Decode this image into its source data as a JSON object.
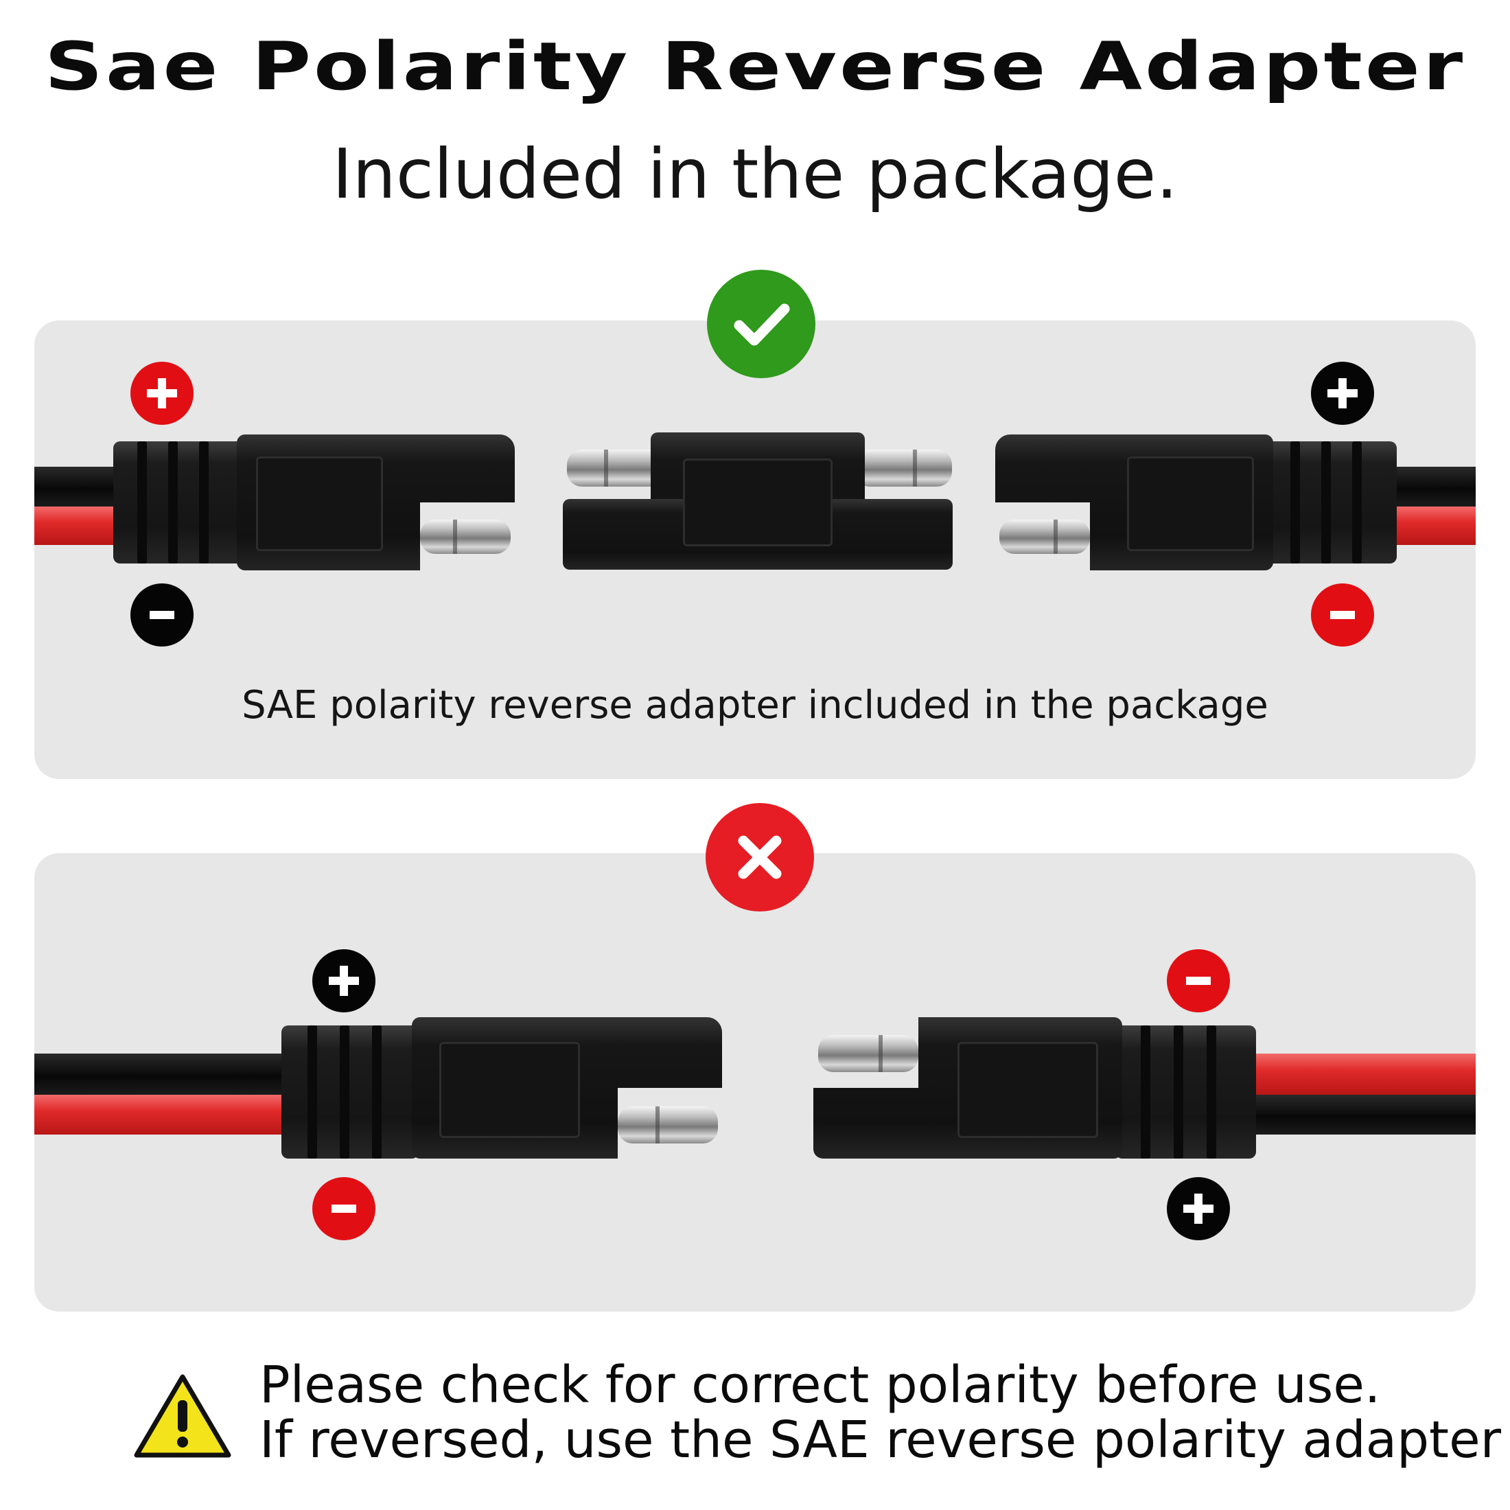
{
  "header": {
    "title": "Sae Polarity Reverse Adapter",
    "subtitle": "Included in the package."
  },
  "correct_panel": {
    "status": "check-icon",
    "caption": "SAE polarity reverse adapter included in the package",
    "left_plug": {
      "top_sign": "+",
      "bottom_sign": "−"
    },
    "right_plug": {
      "top_sign": "+",
      "bottom_sign": "−"
    }
  },
  "wrong_panel": {
    "status": "x-icon",
    "left_plug": {
      "top_sign": "+",
      "bottom_sign": "−"
    },
    "right_plug": {
      "top_sign": "−",
      "bottom_sign": "+"
    }
  },
  "warning": {
    "icon": "warning-icon",
    "line1": "Please check for correct polarity before use.",
    "line2": "If reversed, use the SAE reverse polarity adapter"
  },
  "colors": {
    "positive_red": "#e10f14",
    "negative_black": "#050505",
    "check_green": "#2f9a1b",
    "error_red": "#e61d24",
    "panel_bg": "#e7e7e7",
    "warning_yellow": "#f2e31b"
  }
}
